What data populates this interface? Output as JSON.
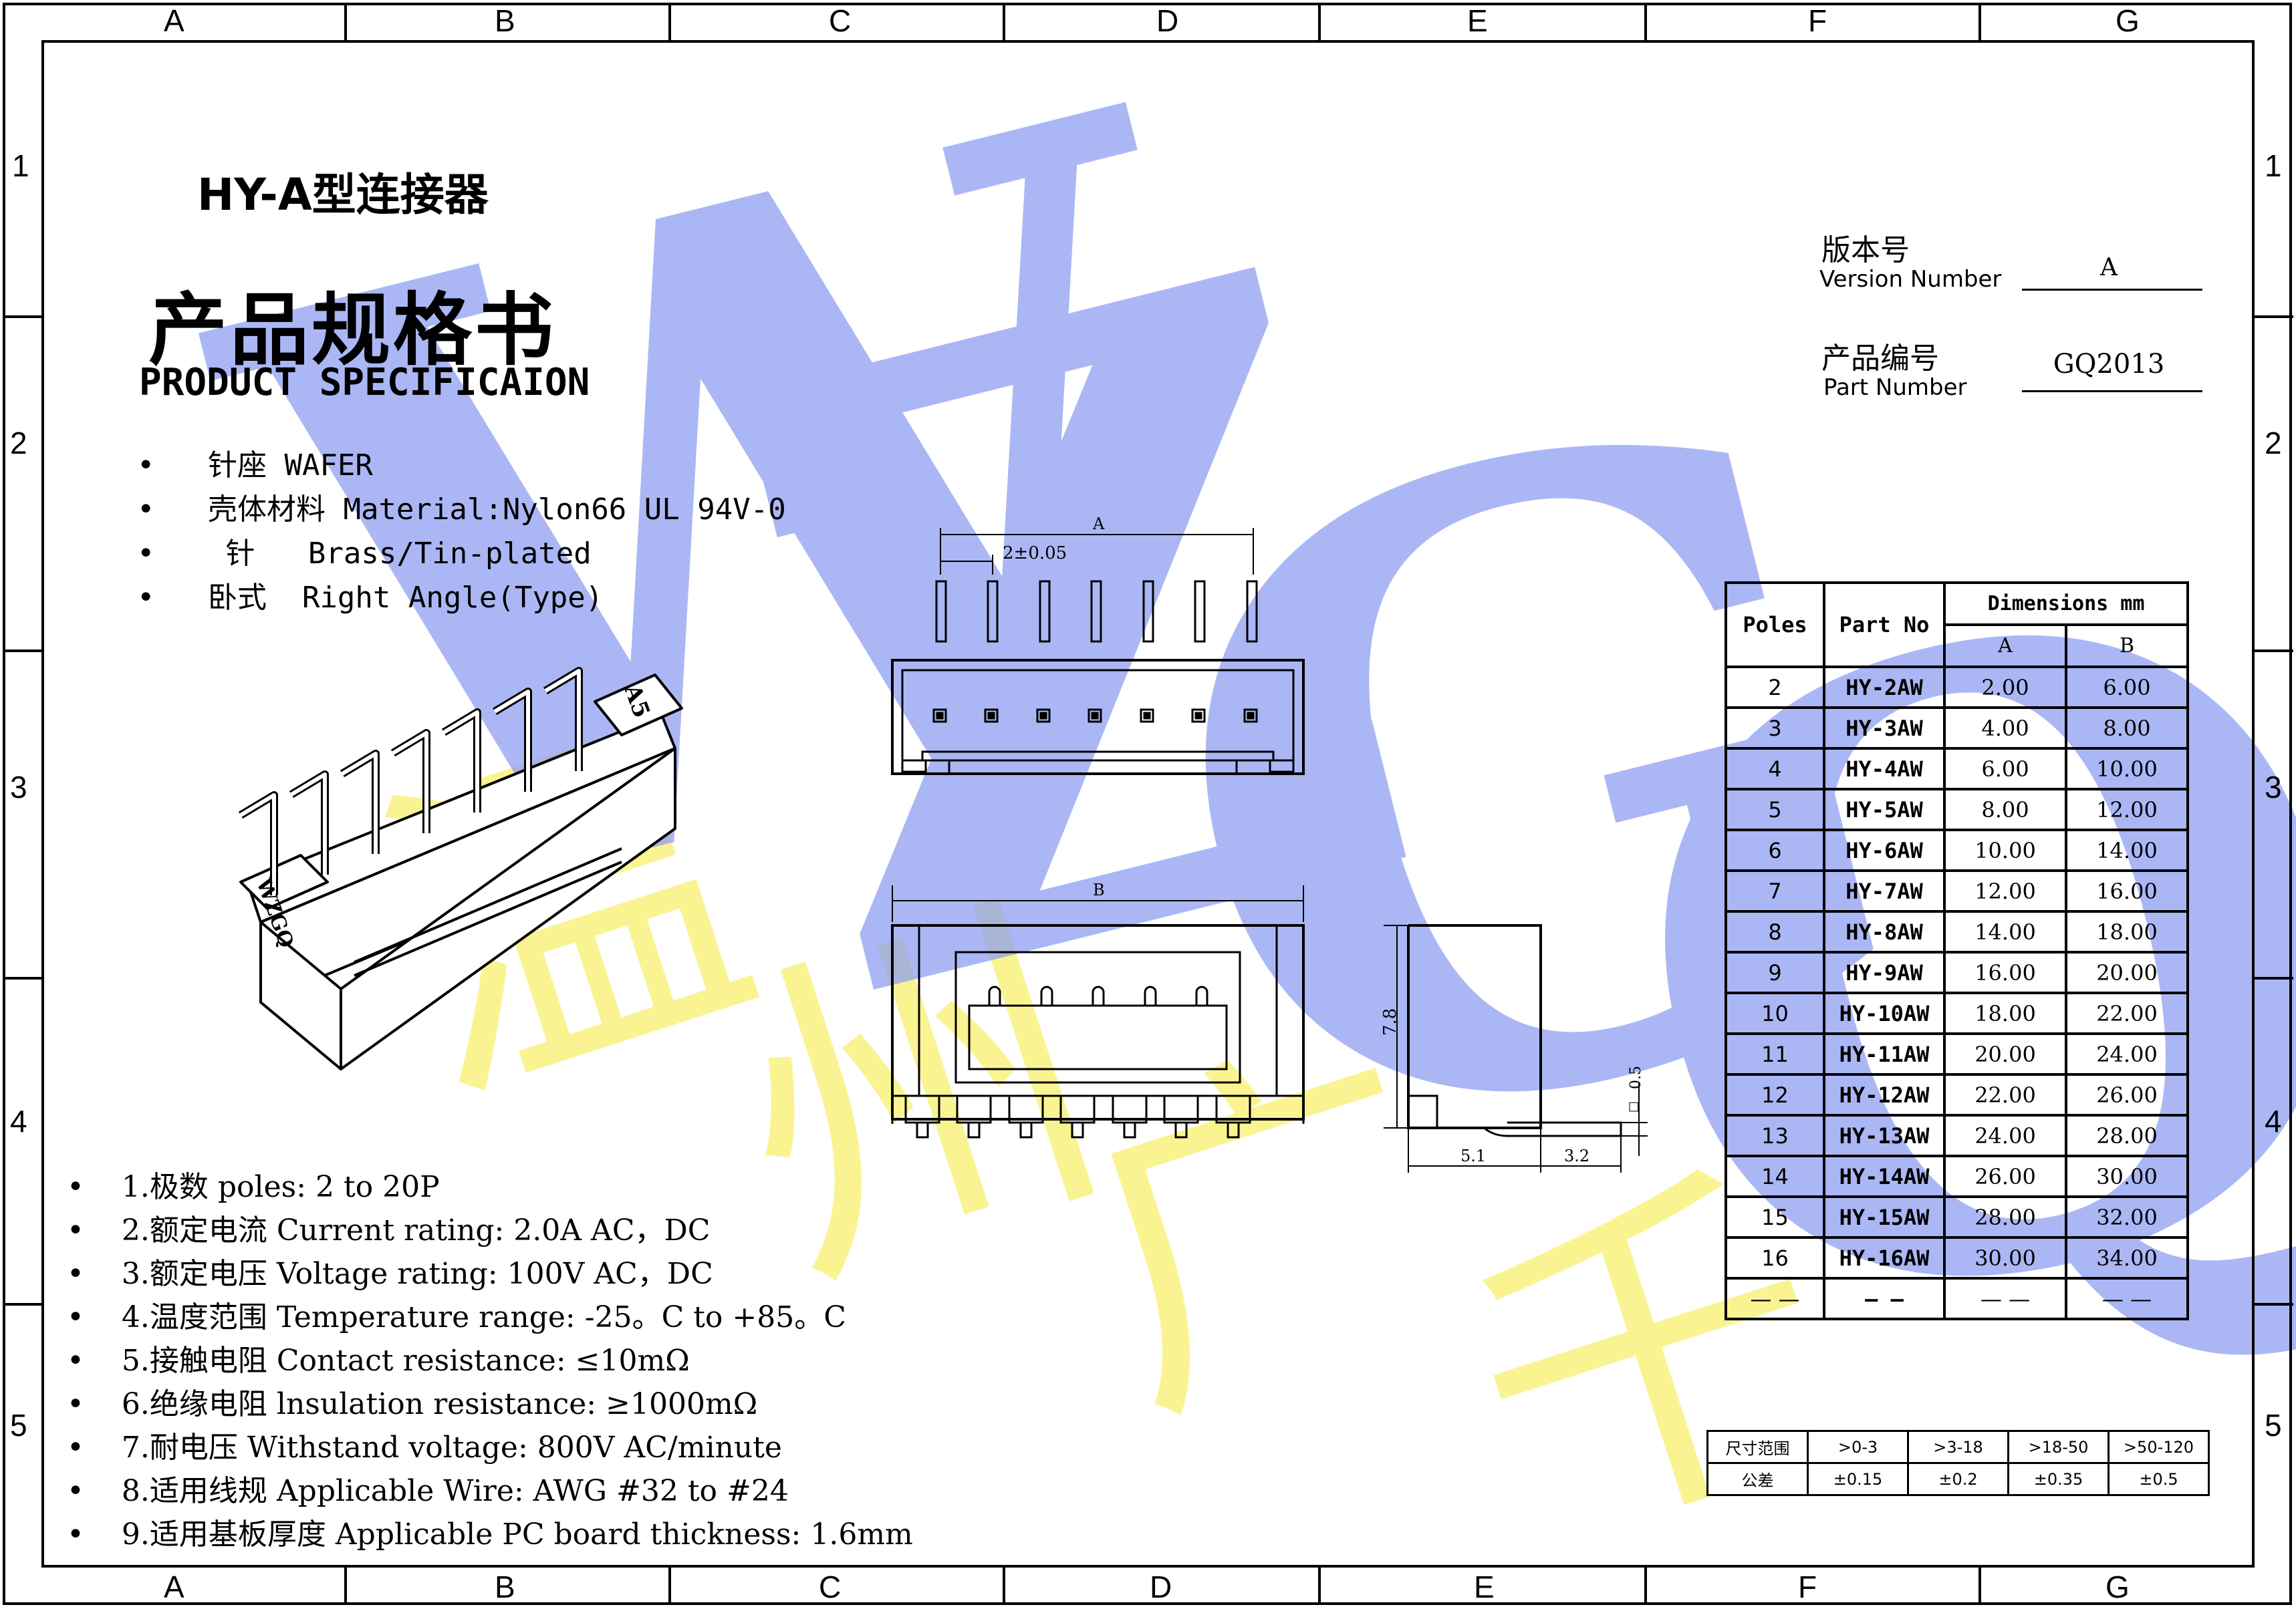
{
  "frame": {
    "columns": [
      "A",
      "B",
      "C",
      "D",
      "E",
      "F",
      "G"
    ],
    "rows": [
      "1",
      "2",
      "3",
      "4",
      "5"
    ]
  },
  "header": {
    "series_title": "HY-A型连接器",
    "doc_title_cn": "产品规格书",
    "doc_title_en": "PRODUCT SPECIFICAION"
  },
  "features": [
    "针座 WAFER",
    "壳体材料 Material:Nylon66 UL 94V-0",
    " 针   Brass/Tin-plated",
    "卧式  Right Angle(Type)"
  ],
  "specs": [
    "1.极数 poles: 2 to 20P",
    "2.额定电流 Current rating: 2.0A AC，DC",
    "3.额定电压 Voltage rating: 100V AC，DC",
    "4.温度范围 Temperature range: -25。C to +85。C",
    "5.接触电阻 Contact resistance: ≤10mΩ",
    "6.绝缘电阻 lnsulation resistance: ≥1000mΩ",
    "7.耐电压 Withstand voltage: 800V AC/minute",
    "8.适用线规 Applicable Wire: AWG #32 to #24",
    "9.适用基板厚度 Applicable PC board thickness: 1.6mm"
  ],
  "revision": {
    "version_label_cn": "版本号",
    "version_label_en": "Version Number",
    "version_value": "A",
    "part_label_cn": "产品编号",
    "part_label_en": "Part Number",
    "part_value": "GQ2013"
  },
  "drawing": {
    "dim_a": "A",
    "dim_pitch": "2±0.05",
    "dim_b": "B",
    "dim_height": "7.8",
    "dim_pin": "0.5",
    "dim_pin_sq": "□",
    "dim_depth": "5.1",
    "dim_tail": "3.2",
    "part_marking_1": "A5",
    "part_marking_2": "WZGQ"
  },
  "watermark": {
    "latin": [
      "W",
      "Z",
      "G",
      "Q"
    ],
    "cn": [
      "温",
      "州",
      "广",
      "千"
    ]
  },
  "dimension_table": {
    "headers": {
      "poles": "Poles",
      "part_no": "Part No",
      "dims": "Dimensions mm",
      "a": "A",
      "b": "B"
    },
    "rows": [
      [
        "2",
        "HY-2AW",
        "2.00",
        "6.00"
      ],
      [
        "3",
        "HY-3AW",
        "4.00",
        "8.00"
      ],
      [
        "4",
        "HY-4AW",
        "6.00",
        "10.00"
      ],
      [
        "5",
        "HY-5AW",
        "8.00",
        "12.00"
      ],
      [
        "6",
        "HY-6AW",
        "10.00",
        "14.00"
      ],
      [
        "7",
        "HY-7AW",
        "12.00",
        "16.00"
      ],
      [
        "8",
        "HY-8AW",
        "14.00",
        "18.00"
      ],
      [
        "9",
        "HY-9AW",
        "16.00",
        "20.00"
      ],
      [
        "10",
        "HY-10AW",
        "18.00",
        "22.00"
      ],
      [
        "11",
        "HY-11AW",
        "20.00",
        "24.00"
      ],
      [
        "12",
        "HY-12AW",
        "22.00",
        "26.00"
      ],
      [
        "13",
        "HY-13AW",
        "24.00",
        "28.00"
      ],
      [
        "14",
        "HY-14AW",
        "26.00",
        "30.00"
      ],
      [
        "15",
        "HY-15AW",
        "28.00",
        "32.00"
      ],
      [
        "16",
        "HY-16AW",
        "30.00",
        "34.00"
      ],
      [
        "— —",
        "— —",
        "— —",
        "— —"
      ]
    ]
  },
  "tolerance_table": {
    "row1": [
      "尺寸范围",
      ">0-3",
      ">3-18",
      ">18-50",
      ">50-120"
    ],
    "row2": [
      "公差",
      "±0.15",
      "±0.2",
      "±0.35",
      "±0.5"
    ]
  },
  "colors": {
    "watermark_blue": "#8899ee",
    "watermark_yellow": "#f7f07a",
    "line": "#000000"
  }
}
